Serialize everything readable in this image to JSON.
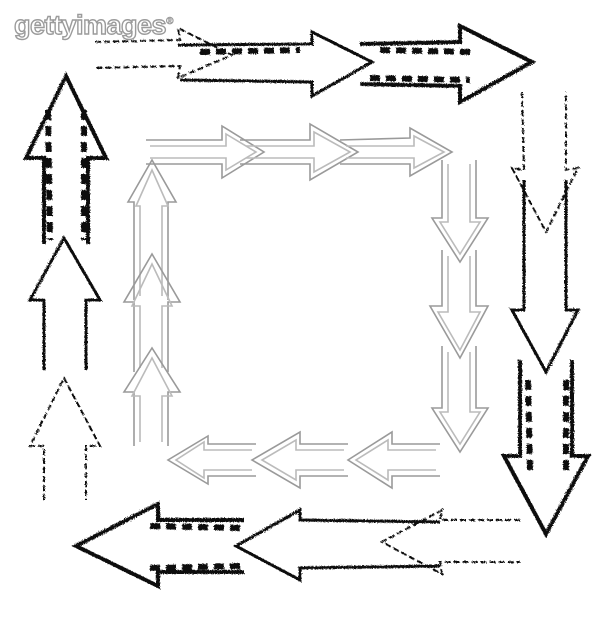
{
  "watermark": {
    "text": "gettyimages",
    "mark": "®"
  },
  "colors": {
    "background": "#ffffff",
    "outer_arrows": "#111111",
    "inner_arrows": "#9a9a9a"
  },
  "outer_frame": {
    "style": "black grunge brush arrows",
    "top_row": "pointing-right",
    "right_column": "pointing-down",
    "bottom_row": "pointing-left",
    "left_column": "pointing-up"
  },
  "inner_frame": {
    "style": "gray outlined chevron arrows",
    "top_row": "pointing-right",
    "right_column": "pointing-down",
    "bottom_row": "pointing-left",
    "left_column": "pointing-up"
  }
}
